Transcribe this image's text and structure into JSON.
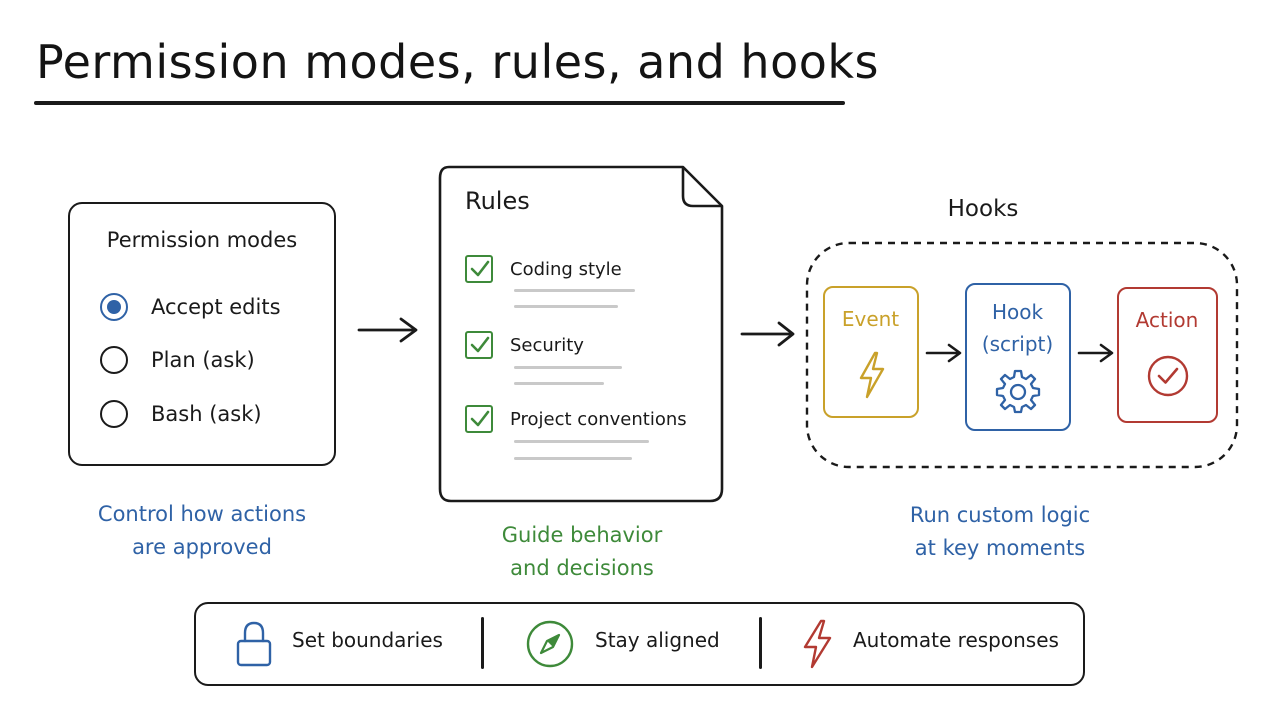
{
  "title": "Permission modes, rules, and hooks",
  "permission_modes": {
    "heading": "Permission modes",
    "options": [
      {
        "label": "Accept edits",
        "selected": true
      },
      {
        "label": "Plan (ask)",
        "selected": false
      },
      {
        "label": "Bash (ask)",
        "selected": false
      }
    ],
    "caption_line1": "Control how actions",
    "caption_line2": "are approved"
  },
  "rules": {
    "heading": "Rules",
    "items": [
      {
        "label": "Coding style",
        "checked": true
      },
      {
        "label": "Security",
        "checked": true
      },
      {
        "label": "Project conventions",
        "checked": true
      }
    ],
    "caption_line1": "Guide behavior",
    "caption_line2": "and decisions"
  },
  "hooks": {
    "heading": "Hooks",
    "event": {
      "label": "Event",
      "icon": "lightning-icon"
    },
    "hook": {
      "label_line1": "Hook",
      "label_line2": "(script)",
      "icon": "gear-icon"
    },
    "action": {
      "label": "Action",
      "icon": "check-circle-icon"
    },
    "caption_line1": "Run custom logic",
    "caption_line2": "at key moments"
  },
  "benefits": [
    {
      "label": "Set boundaries",
      "icon": "lock-icon"
    },
    {
      "label": "Stay aligned",
      "icon": "compass-icon"
    },
    {
      "label": "Automate responses",
      "icon": "lightning-icon"
    }
  ],
  "colors": {
    "blue": "#2f62a6",
    "green": "#3e8a3a",
    "event_yellow": "#c9a12a",
    "action_red": "#b23a32"
  }
}
